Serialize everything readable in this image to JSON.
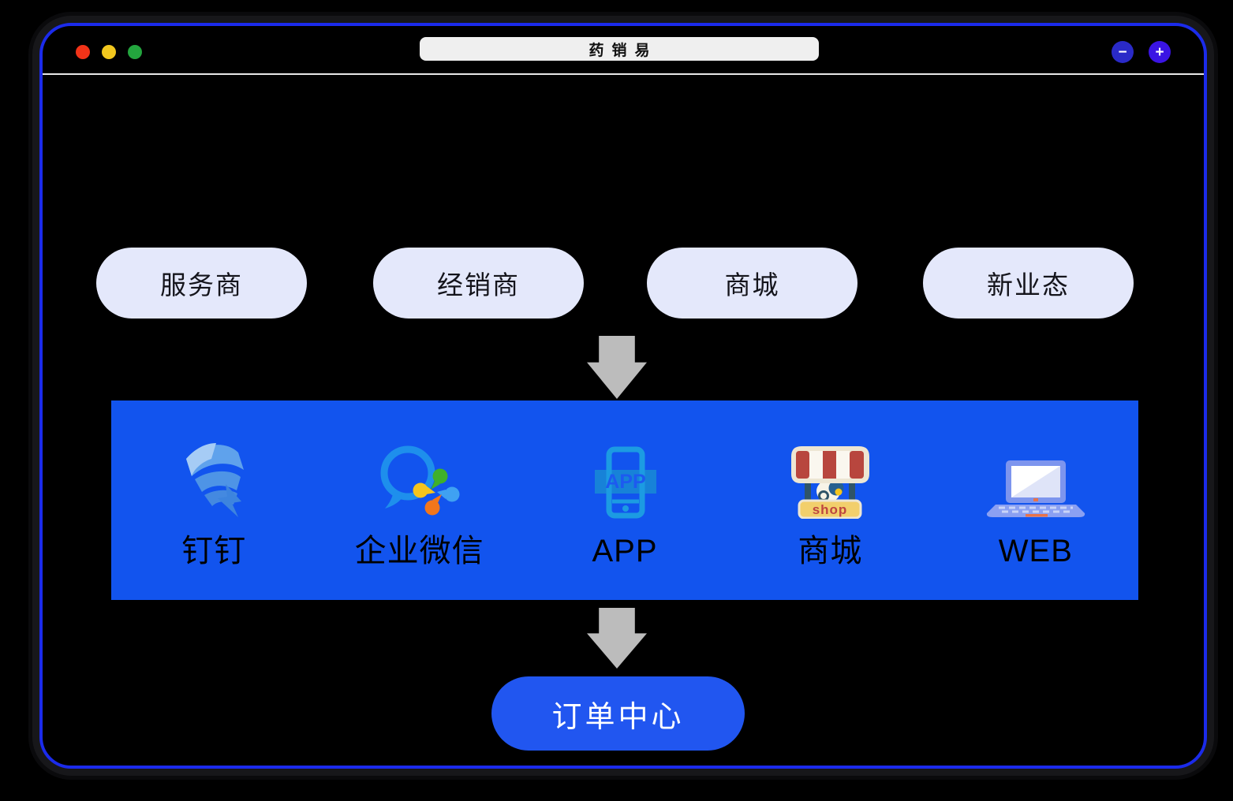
{
  "window": {
    "title": "药销易",
    "controls": {
      "minimize_label": "−",
      "maximize_label": "+"
    }
  },
  "top_pills": [
    {
      "label": "服务商"
    },
    {
      "label": "经销商"
    },
    {
      "label": "商城"
    },
    {
      "label": "新业态"
    }
  ],
  "channel_band": {
    "items": [
      {
        "icon": "dingtalk-icon",
        "label": "钉钉"
      },
      {
        "icon": "wechat-work-icon",
        "label": "企业微信"
      },
      {
        "icon": "app-icon",
        "label": "APP",
        "badge": "APP"
      },
      {
        "icon": "shop-icon",
        "label": "商城",
        "sign": "shop"
      },
      {
        "icon": "web-icon",
        "label": "WEB"
      }
    ]
  },
  "order_center": {
    "label": "订单中心"
  },
  "colors": {
    "band_blue": "#1254EE",
    "order_pill_blue": "#2156F0",
    "top_pill_light": "#E4E8FB",
    "window_border_blue": "#1B2BEB",
    "arrow_gray": "#BCBCBC",
    "traffic_red": "#F23318",
    "traffic_yellow": "#F2C71E",
    "traffic_green": "#23A53E",
    "minimize_button": "#2A2AC8",
    "maximize_button": "#3A14E4"
  }
}
